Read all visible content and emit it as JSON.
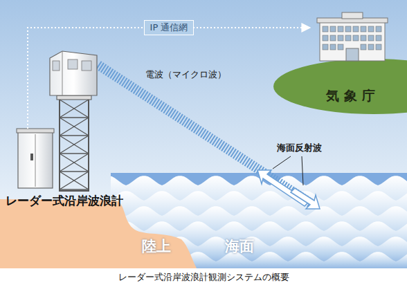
{
  "diagram": {
    "caption": "レーダー式沿岸波浪計観測システムの概要",
    "nodes": [
      {
        "text": [
          "レーダー式沿岸波浪計"
        ]
      },
      {
        "text": [
          "気象庁"
        ]
      }
    ],
    "edges": [
      {
        "from": 0,
        "to": 1,
        "arrow": "to",
        "label": "IP 通信網"
      }
    ],
    "labels": [
      "電波（マイクロ波）",
      "海面反射波",
      "陸上",
      "海面"
    ]
  }
}
